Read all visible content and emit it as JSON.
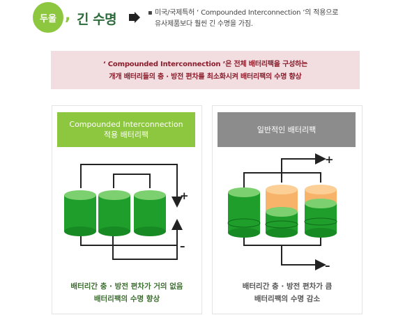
{
  "header": {
    "badge": "두울,",
    "badge_main": "두울",
    "badge_comma": ",",
    "title": "긴 수명",
    "note_bullet": "▪",
    "note_line1": "미국/국제특허 ‘ Compounded Interconnection ’의 적용으로",
    "note_line2": "유사제품보다 훨씬 긴 수명을 가짐."
  },
  "banner": {
    "line1": "‘ Compounded Interconnection ’은 전체 배터리팩을 구성하는",
    "line2": "개개 배터리들의 충 · 방전 편차를 최소화시켜 배터리팩의 수명 향상"
  },
  "left_panel": {
    "header_line1": "Compounded Interconnection",
    "header_line2": "적용 배터리팩",
    "plus": "+",
    "minus": "–",
    "caption_line1": "배터리간 충 · 방전 편차가 거의 없음",
    "caption_line2": "배터리팩의 수명 향상"
  },
  "right_panel": {
    "header": "일반적인 배터리팩",
    "plus": "+",
    "minus": "–",
    "caption_line1": "배터리간 충 · 방전 편차가 큼",
    "caption_line2": "배터리팩의 수명 감소"
  },
  "colors": {
    "accent_green": "#8dc63f",
    "title_green": "#2d6b3a",
    "banner_bg": "#f2dde1",
    "banner_text": "#8b1c2a",
    "gray_header": "#8c8c8c",
    "cell_green": "#1f9e2c",
    "cell_orange": "#f7b36a",
    "wire": "#222222"
  }
}
